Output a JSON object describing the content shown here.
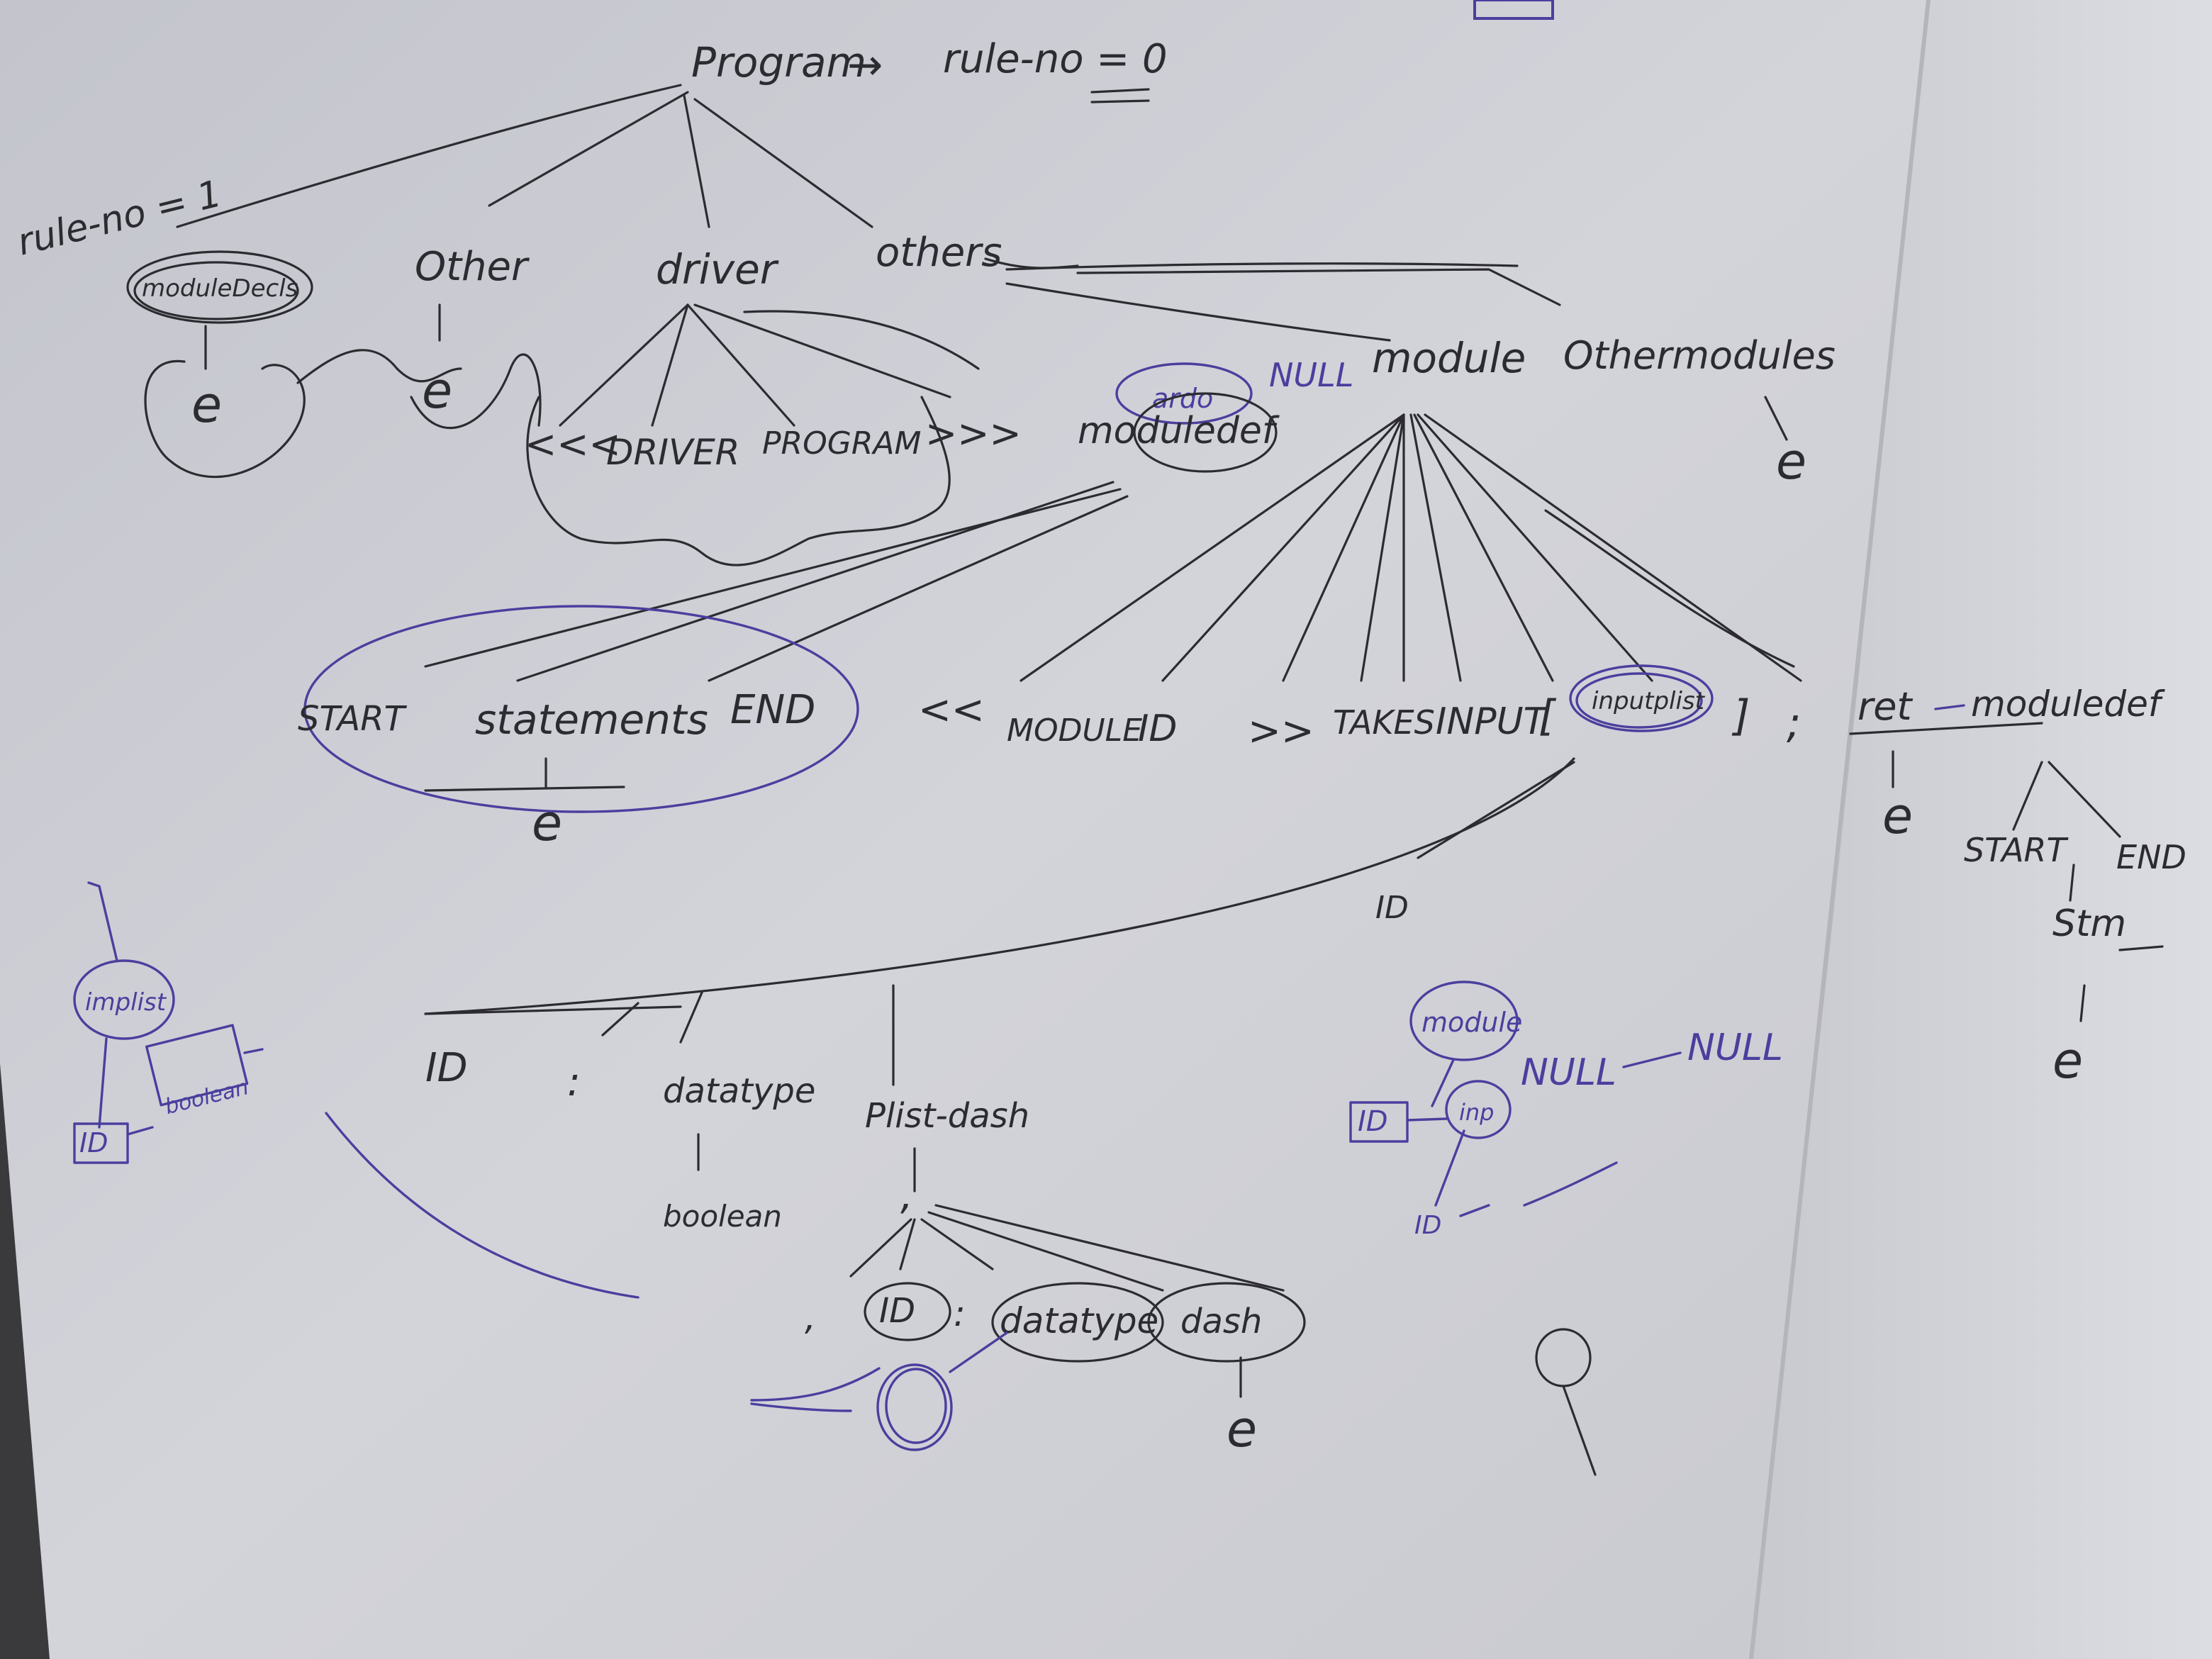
{
  "colors": {
    "paper_left": "#cfd0d6",
    "paper_right": "#d9dadf",
    "pencil": "#2b2b30",
    "blue_pen": "#4a3f9e",
    "background": "#3a3a3d"
  },
  "labels": {
    "program": "Program",
    "arrow": "→",
    "rule_no_0": "rule-no = 0",
    "rule_no_1": "rule-no = 1",
    "module_decls": "moduleDecls",
    "other_1": "Other",
    "driver": "driver",
    "other_2": "others",
    "epsilon": "e",
    "driver_open": "<<<",
    "driver_kw": "DRIVER",
    "program_kw": "PROGRAM",
    "driver_close": ">>>",
    "module_def": "moduledef",
    "ardo": "ardo",
    "null_1": "NULL",
    "module": "module",
    "other_modules": "Othermodules",
    "start": "START",
    "statements": "statements",
    "end": "END",
    "mod_open": "<<",
    "module_kw": "MODULE",
    "id": "ID",
    "mod_close": ">>",
    "takes": "TAKES",
    "input": "INPUT",
    "lbracket": "[",
    "input_plist": "inputplist",
    "rbracket": "]",
    "semicolon": ";",
    "ret": "ret",
    "module_def_2": "moduledef",
    "start_2": "START",
    "end_2": "END",
    "stm": "Stm",
    "colon": ":",
    "datatype": "datatype",
    "boolean": "boolean",
    "plist_dash": "Plist-dash",
    "comma": ",",
    "dash": "dash",
    "null_2": "NULL",
    "null_3": "NULL",
    "inp": "inp",
    "implist": "implist",
    "boolean_box": "boolean"
  }
}
